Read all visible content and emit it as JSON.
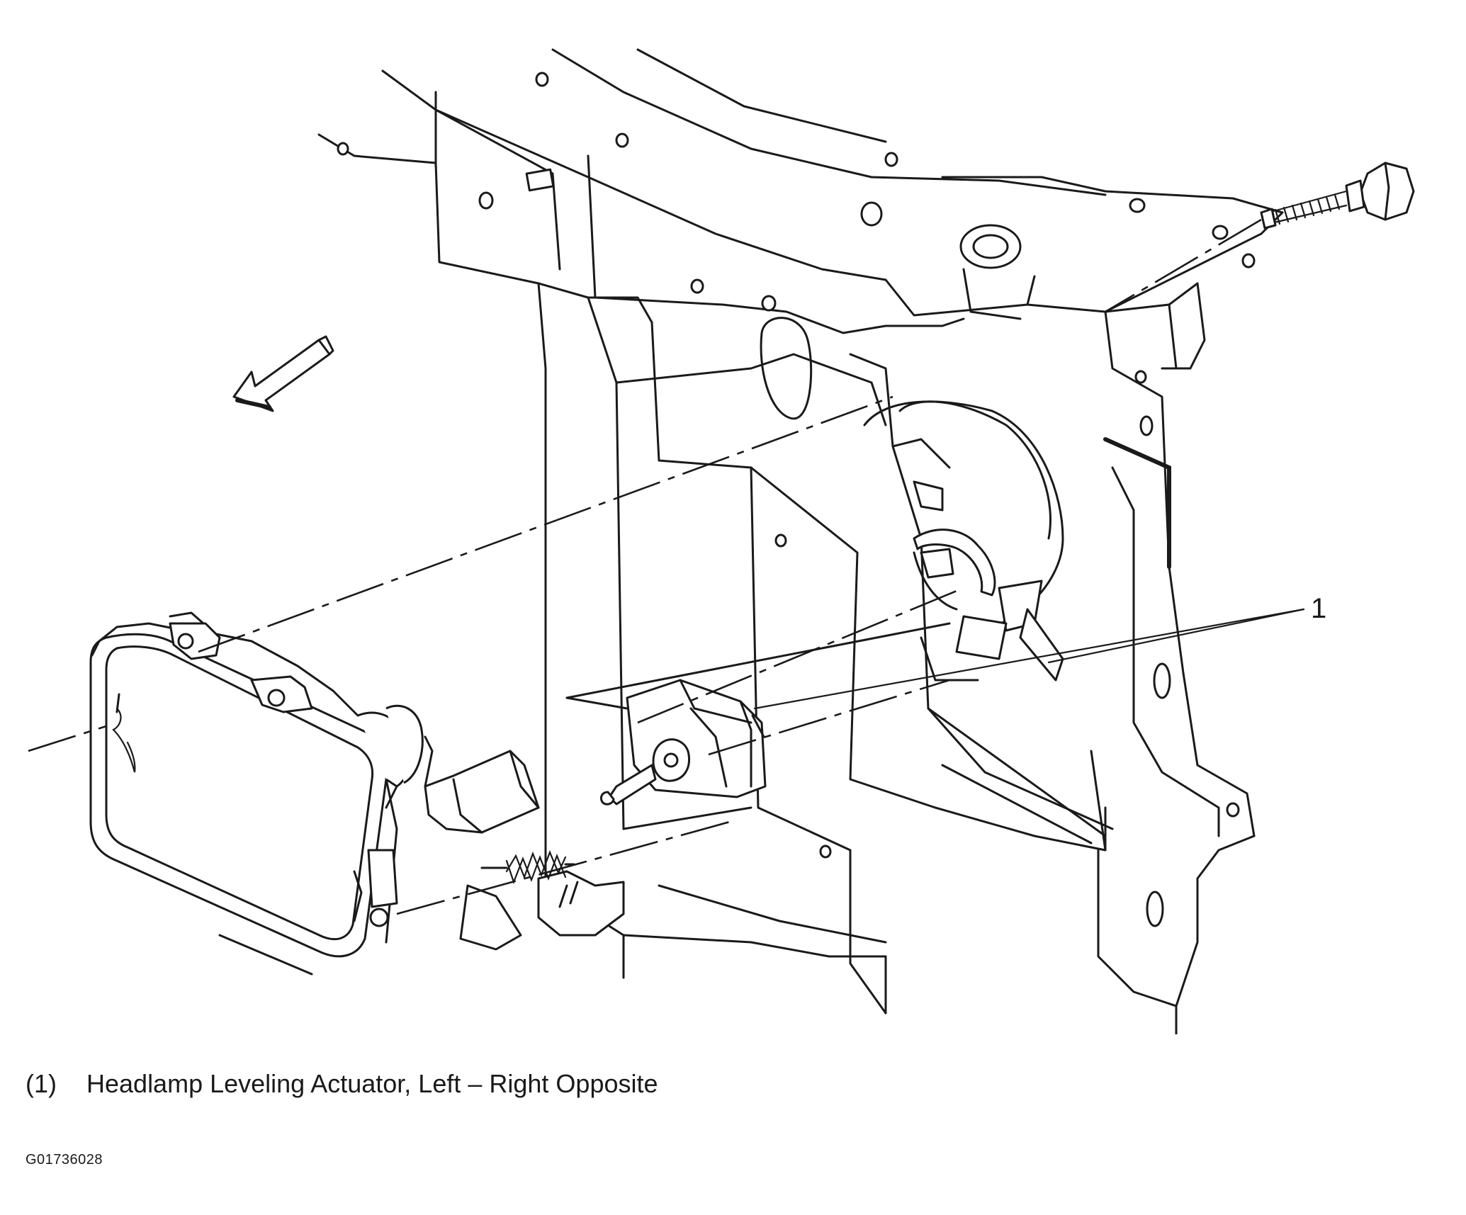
{
  "diagram": {
    "callouts": [
      {
        "label": "1"
      }
    ]
  },
  "legend": {
    "items": [
      {
        "number": "(1)",
        "text": "Headlamp Leveling Actuator, Left – Right Opposite"
      }
    ]
  },
  "reference_code": "G01736028",
  "colors": {
    "line": "#1a1a1a",
    "background": "#ffffff"
  }
}
